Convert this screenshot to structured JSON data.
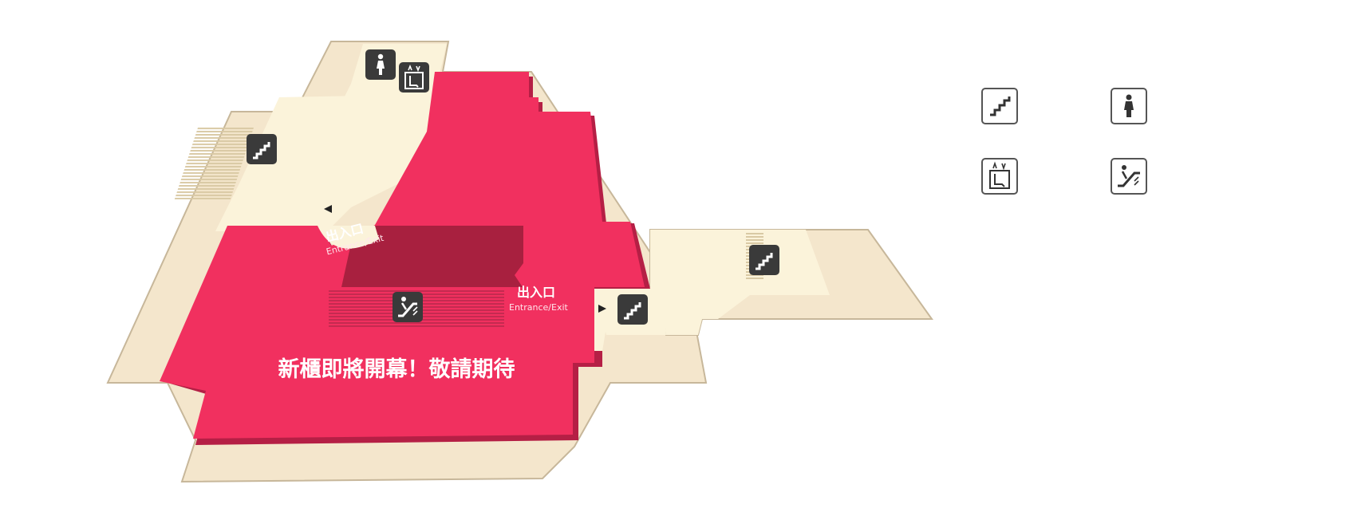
{
  "map": {
    "colors": {
      "background": "#ffffff",
      "floor": "#f4e6cc",
      "corridor": "#fbf3da",
      "store": "#f1305f",
      "store_shadow": "#b51f45",
      "atrium": "#a8203f",
      "icon_bg": "#3a3a3a"
    },
    "entrances": [
      {
        "label": "出入口",
        "sublabel": "Entrance/Exit"
      },
      {
        "label": "出入口",
        "sublabel": "Entrance/Exit"
      }
    ],
    "notice": "新櫃即將開幕！敬請期待",
    "map_icons": [
      "restroom-icon",
      "elevator-icon",
      "stairs-icon",
      "escalator-icon",
      "stairs-icon",
      "stairs-icon"
    ]
  },
  "legend": {
    "items": [
      {
        "icon": "stairs-icon"
      },
      {
        "icon": "restroom-icon"
      },
      {
        "icon": "elevator-icon"
      },
      {
        "icon": "escalator-icon"
      }
    ]
  }
}
